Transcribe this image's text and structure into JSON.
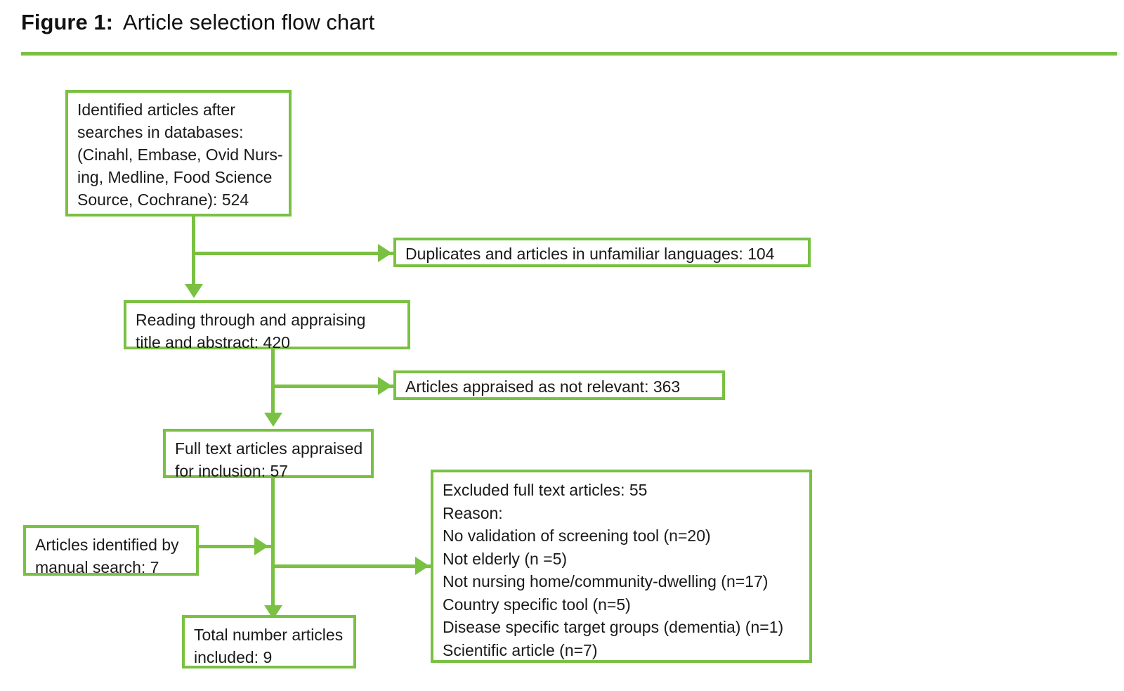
{
  "figure": {
    "label": "Figure 1:",
    "caption": "Article selection flow chart",
    "accent_color": "#7ac143",
    "text_color": "#1a1a1a",
    "background_color": "#ffffff"
  },
  "chart_data": {
    "type": "diagram",
    "title": "Article selection flow chart",
    "nodes": [
      {
        "id": "identified",
        "lines": [
          "Identified articles after",
          "searches in databases:",
          "(Cinahl, Embase, Ovid Nurs-",
          "ing, Medline, Food Science",
          "Source, Cochrane): 524"
        ],
        "count": 524
      },
      {
        "id": "duplicates",
        "lines": [
          "Duplicates and articles in unfamiliar languages: 104"
        ],
        "count": 104
      },
      {
        "id": "reading",
        "lines": [
          "Reading through and appraising",
          "title and abstract: 420"
        ],
        "count": 420
      },
      {
        "id": "not_relevant",
        "lines": [
          "Articles appraised as not relevant: 363"
        ],
        "count": 363
      },
      {
        "id": "full_text",
        "lines": [
          "Full text articles appraised",
          "for inclusion: 57"
        ],
        "count": 57
      },
      {
        "id": "manual",
        "lines": [
          "Articles identified by",
          "manual search: 7"
        ],
        "count": 7
      },
      {
        "id": "total",
        "lines": [
          "Total number articles",
          "included: 9"
        ],
        "count": 9
      },
      {
        "id": "excluded",
        "lines": [
          "Excluded full text articles: 55",
          "Reason:",
          "No validation of screening tool (n=20)",
          "Not elderly (n =5)",
          "Not nursing home/community-dwelling (n=17)",
          "Country specific tool (n=5)",
          "Disease specific target groups (dementia) (n=1)",
          "Scientific article (n=7)"
        ],
        "count": 55,
        "reasons": [
          {
            "reason": "No validation of screening tool",
            "n": 20
          },
          {
            "reason": "Not elderly",
            "n": 5
          },
          {
            "reason": "Not nursing home/community-dwelling",
            "n": 17
          },
          {
            "reason": "Country specific tool",
            "n": 5
          },
          {
            "reason": "Disease specific target groups (dementia)",
            "n": 1
          },
          {
            "reason": "Scientific article",
            "n": 7
          }
        ]
      }
    ],
    "edges": [
      {
        "from": "identified",
        "to": "duplicates",
        "direction": "right"
      },
      {
        "from": "identified",
        "to": "reading",
        "direction": "down"
      },
      {
        "from": "reading",
        "to": "not_relevant",
        "direction": "right"
      },
      {
        "from": "reading",
        "to": "full_text",
        "direction": "down"
      },
      {
        "from": "full_text",
        "to": "excluded",
        "direction": "right"
      },
      {
        "from": "full_text",
        "to": "total",
        "direction": "down"
      },
      {
        "from": "manual",
        "to": "total",
        "direction": "right"
      }
    ]
  }
}
